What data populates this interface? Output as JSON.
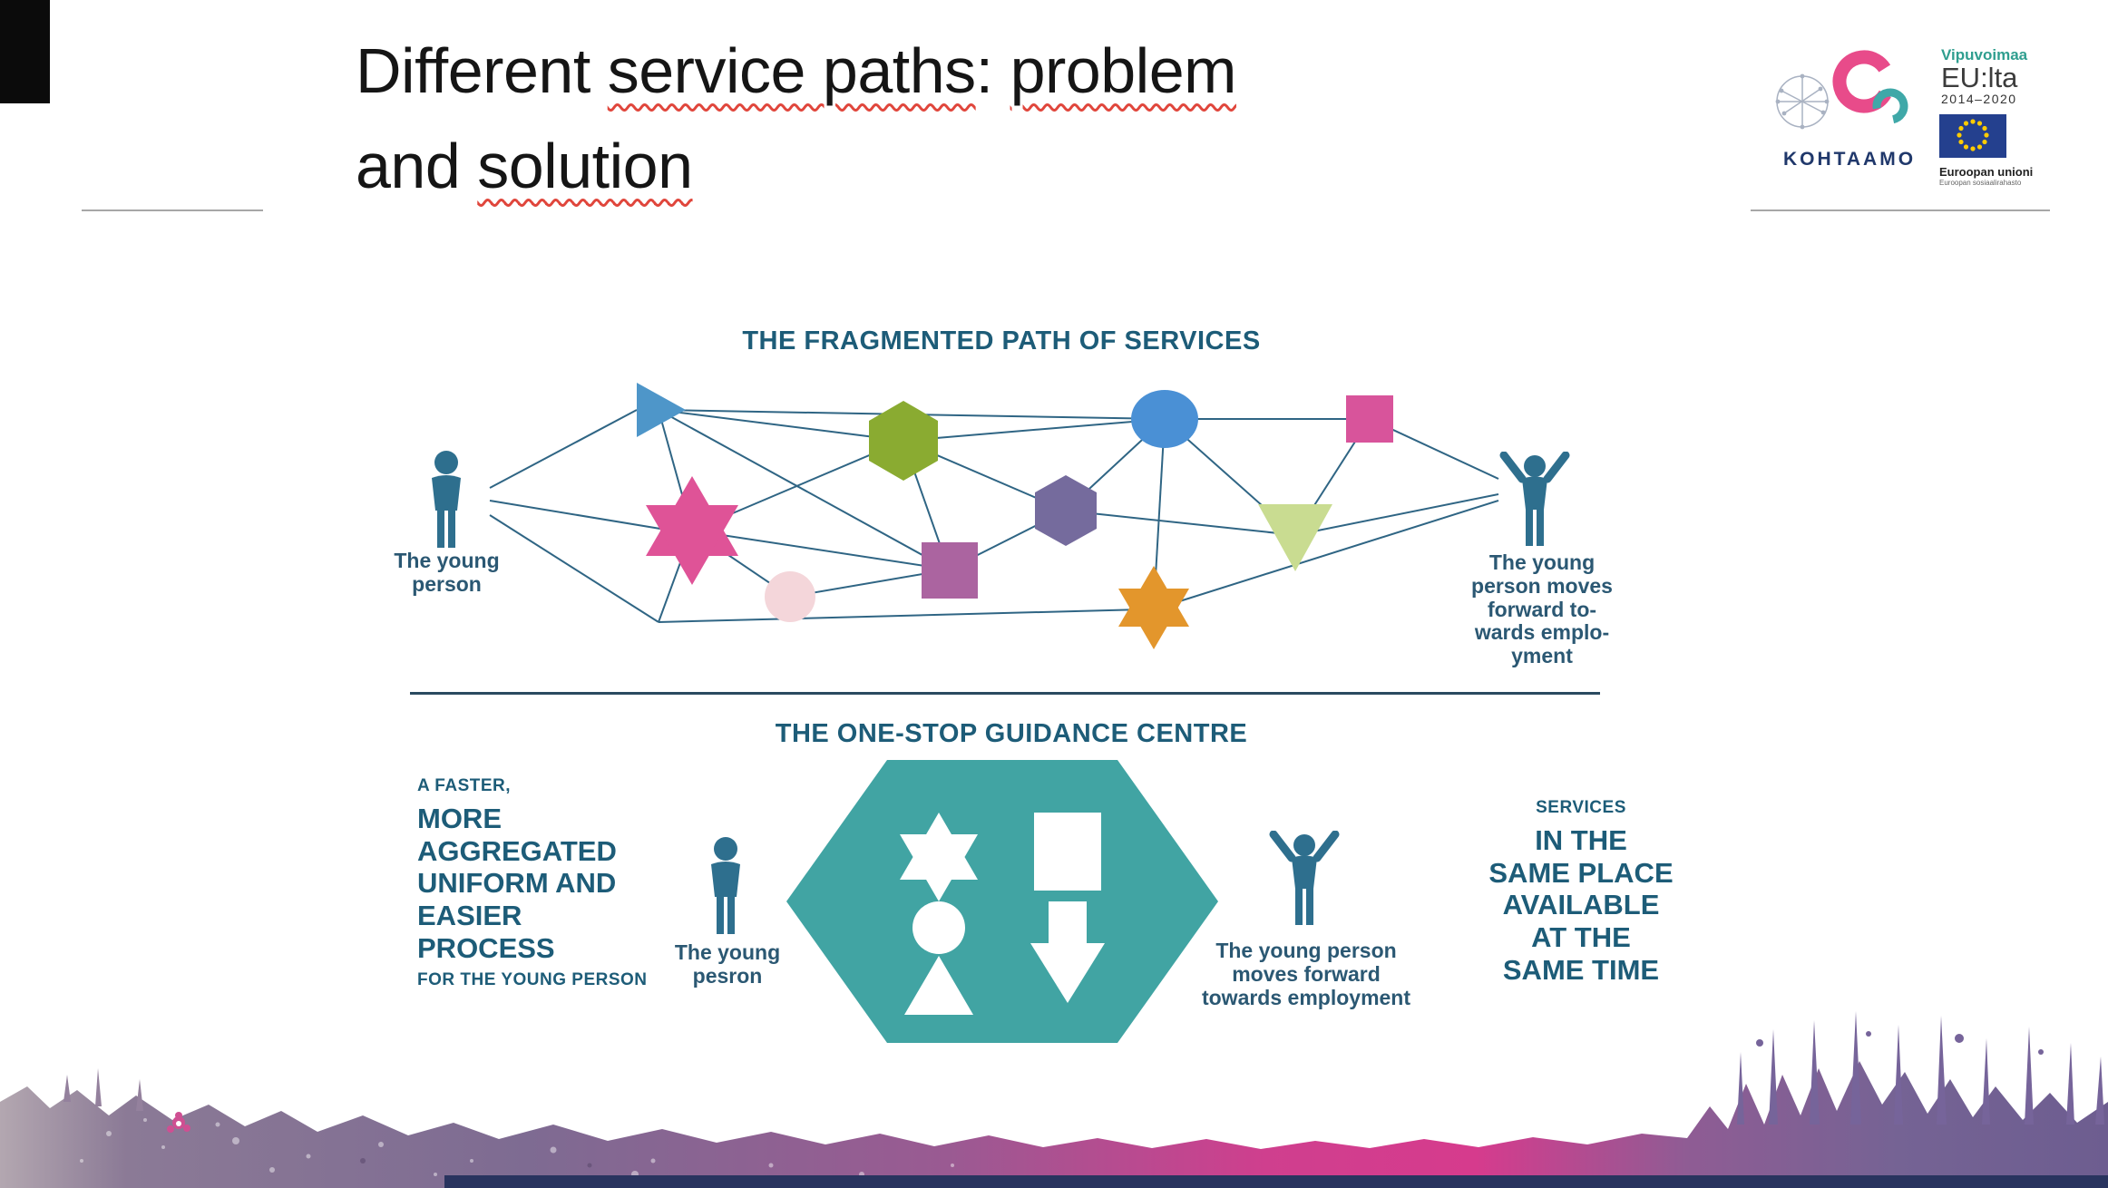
{
  "title": {
    "prefix": "Different ",
    "underline1": "service paths",
    "separator": ": ",
    "underline2": "problem",
    "line2_prefix": "and ",
    "underline3": "solution"
  },
  "logos": {
    "kohtaamo": "KOHTAAMO",
    "vipuvoimaa": "Vipuvoimaa",
    "eu_lta": "EU:lta",
    "years": "2014–2020",
    "eu_caption_main": "Euroopan unioni",
    "eu_caption_sub": "Euroopan sosiaalirahasto"
  },
  "fragmented": {
    "heading": "THE FRAGMENTED PATH OF SERVICES",
    "left_person_label": "The young\nperson",
    "right_person_label": "The young\nperson moves\nforward to-\nwards emplo-\nyment"
  },
  "onestop": {
    "heading": "THE ONE-STOP GUIDANCE CENTRE",
    "left_small_top": "A FASTER,",
    "left_big": "MORE\nAGGREGATED\nUNIFORM AND\nEASIER\nPROCESS",
    "left_small_bottom": "FOR THE YOUNG PERSON",
    "left_person_label": "The young\npesron",
    "right_person_label": "The young person\nmoves forward\ntowards employment",
    "right_small_top": "SERVICES",
    "right_big": "IN THE\nSAME PLACE\nAVAILABLE\nAT THE\nSAME TIME"
  },
  "palette": {
    "triangle_blue": "#4e96c9",
    "hexagon_olive": "#8aab31",
    "star_pink": "#df5397",
    "circle_blue": "#4a90d5",
    "square_pink": "#d8549b",
    "hexagon_purple": "#756b9d",
    "square_mauve": "#ab64a0",
    "circle_palepink": "#f4d6da",
    "triangle_green": "#c9dc91",
    "star_orange": "#e3962c",
    "gem_teal": "#41a4a3",
    "person_teal": "#2e6f8e",
    "heading_blue": "#1d5c78",
    "network_line": "#2f6584",
    "logo_pink": "#e84b8a",
    "logo_teal": "#3fa8a8",
    "eu_blue": "#24408e",
    "vipu_green": "#2f9e8f",
    "border_pink": "#d63b8d",
    "border_purple": "#7e6b92"
  }
}
